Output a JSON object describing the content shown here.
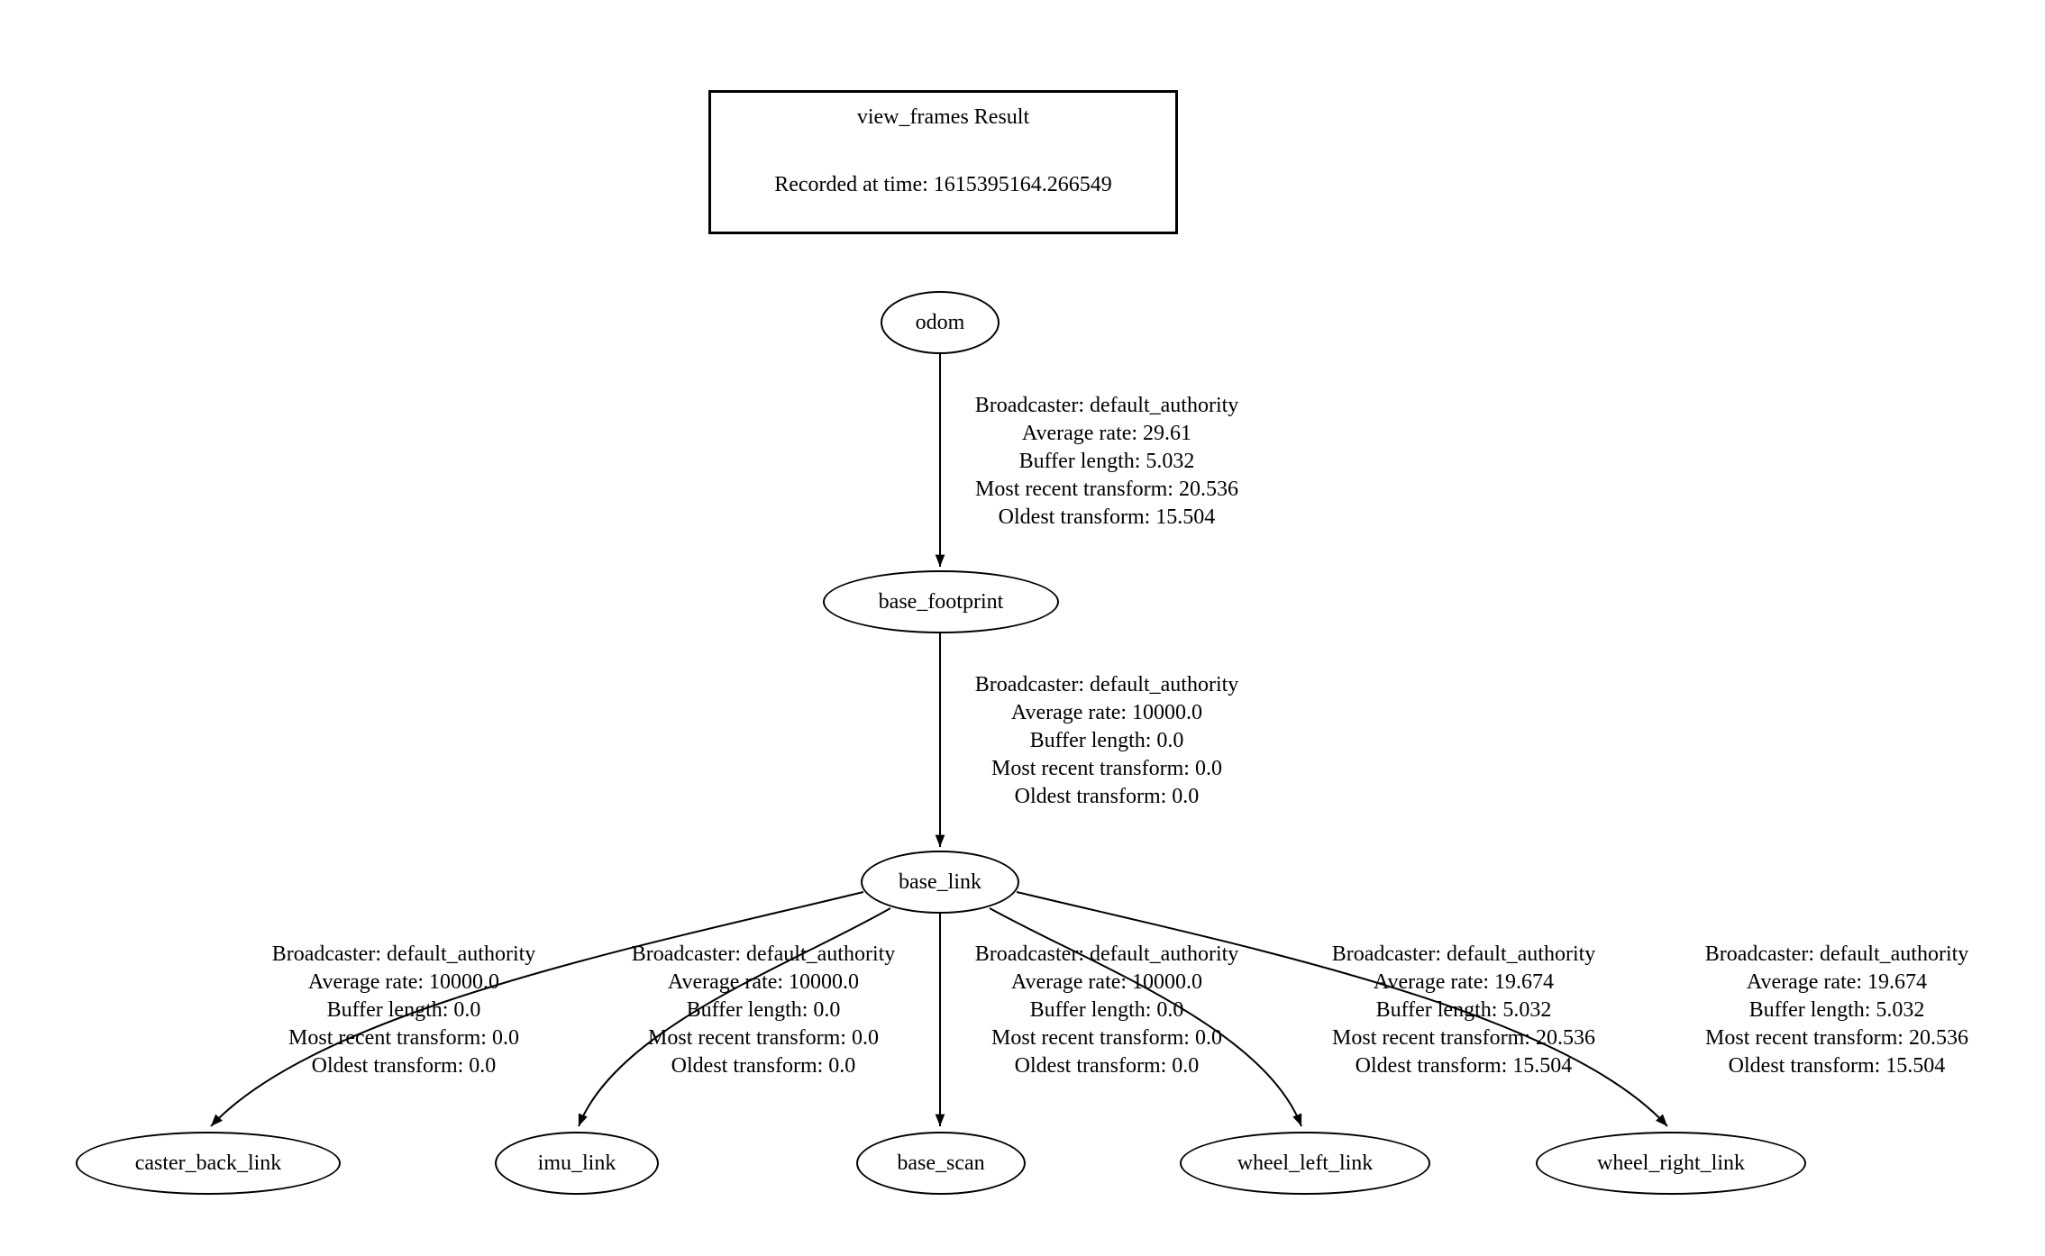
{
  "title_box": {
    "line1": "view_frames Result",
    "line2": "Recorded at time: 1615395164.266549"
  },
  "nodes": [
    {
      "id": "odom",
      "label": "odom"
    },
    {
      "id": "base_footprint",
      "label": "base_footprint"
    },
    {
      "id": "base_link",
      "label": "base_link"
    },
    {
      "id": "caster_back_link",
      "label": "caster_back_link"
    },
    {
      "id": "imu_link",
      "label": "imu_link"
    },
    {
      "id": "base_scan",
      "label": "base_scan"
    },
    {
      "id": "wheel_left_link",
      "label": "wheel_left_link"
    },
    {
      "id": "wheel_right_link",
      "label": "wheel_right_link"
    }
  ],
  "edges": [
    {
      "from": "odom",
      "to": "base_footprint",
      "lines": [
        "Broadcaster: default_authority",
        "Average rate: 29.61",
        "Buffer length: 5.032",
        "Most recent transform: 20.536",
        "Oldest transform: 15.504"
      ]
    },
    {
      "from": "base_footprint",
      "to": "base_link",
      "lines": [
        "Broadcaster: default_authority",
        "Average rate: 10000.0",
        "Buffer length: 0.0",
        "Most recent transform: 0.0",
        "Oldest transform: 0.0"
      ]
    },
    {
      "from": "base_link",
      "to": "caster_back_link",
      "lines": [
        "Broadcaster: default_authority",
        "Average rate: 10000.0",
        "Buffer length: 0.0",
        "Most recent transform: 0.0",
        "Oldest transform: 0.0"
      ]
    },
    {
      "from": "base_link",
      "to": "imu_link",
      "lines": [
        "Broadcaster: default_authority",
        "Average rate: 10000.0",
        "Buffer length: 0.0",
        "Most recent transform: 0.0",
        "Oldest transform: 0.0"
      ]
    },
    {
      "from": "base_link",
      "to": "base_scan",
      "lines": [
        "Broadcaster: default_authority",
        "Average rate: 10000.0",
        "Buffer length: 0.0",
        "Most recent transform: 0.0",
        "Oldest transform: 0.0"
      ]
    },
    {
      "from": "base_link",
      "to": "wheel_left_link",
      "lines": [
        "Broadcaster: default_authority",
        "Average rate: 19.674",
        "Buffer length: 5.032",
        "Most recent transform: 20.536",
        "Oldest transform: 15.504"
      ]
    },
    {
      "from": "base_link",
      "to": "wheel_right_link",
      "lines": [
        "Broadcaster: default_authority",
        "Average rate: 19.674",
        "Buffer length: 5.032",
        "Most recent transform: 20.536",
        "Oldest transform: 15.504"
      ]
    }
  ]
}
